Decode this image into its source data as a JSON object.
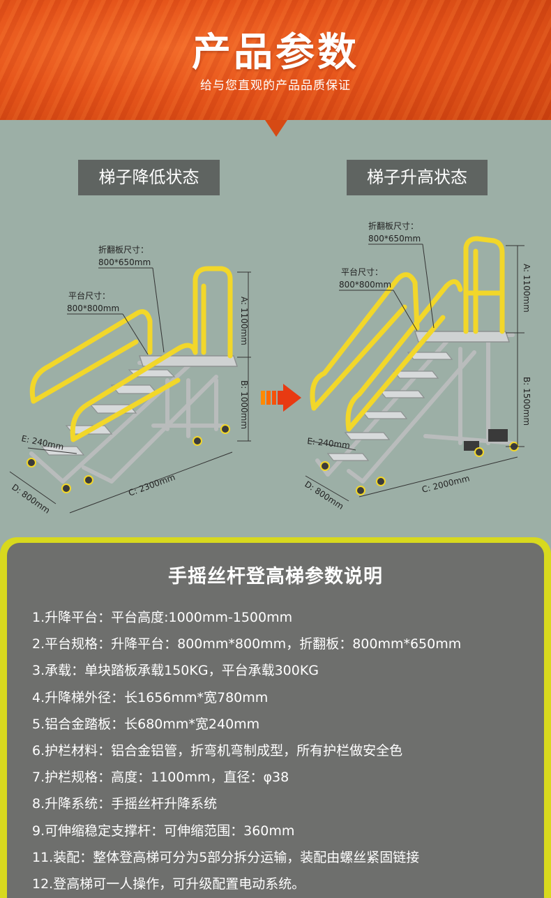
{
  "header": {
    "title": "产品参数",
    "subtitle": "给与您直观的产品品质保证"
  },
  "states": {
    "low": "梯子降低状态",
    "high": "梯子升高状态"
  },
  "diagram_low": {
    "fold_board_label": "折翻板尺寸：",
    "fold_board_size": "800*650mm",
    "platform_label": "平台尺寸：",
    "platform_size": "800*800mm",
    "dim_a": "A: 1100mm",
    "dim_b": "B: 1000mm",
    "dim_c": "C: 2300mm",
    "dim_d": "D: 800mm",
    "dim_e": "E: 240mm"
  },
  "diagram_high": {
    "fold_board_label": "折翻板尺寸：",
    "fold_board_size": "800*650mm",
    "platform_label": "平台尺寸：",
    "platform_size": "800*800mm",
    "dim_a": "A: 1100mm",
    "dim_b": "B: 1500mm",
    "dim_c": "C: 2000mm",
    "dim_d": "D: 800mm",
    "dim_e": "E: 240mm"
  },
  "specs": {
    "title": "手摇丝杆登高梯参数说明",
    "items": [
      "1.升降平台：平台高度:1000mm-1500mm",
      "2.平台规格：升降平台：800mm*800mm，折翻板：800mm*650mm",
      "3.承载：单块踏板承载150KG，平台承载300KG",
      "4.升降梯外径：长1656mm*宽780mm",
      "5.铝合金踏板：长680mm*宽240mm",
      "6.护栏材料：铝合金铝管，折弯机弯制成型，所有护栏做安全色",
      "7.护栏规格：高度：1100mm，直径：φ38",
      "8.升降系统：手摇丝杆升降系统",
      "9.可伸缩稳定支撑杆：可伸缩范围：360mm",
      "11.装配：整体登高梯可分为5部分拆分运输，装配由螺丝紧固链接",
      "12.登高梯可一人操作，可升级配置电动系统。"
    ]
  },
  "colors": {
    "header_orange": "#e4521a",
    "label_gray": "#5f6461",
    "panel_yellow": "#d8d91e",
    "panel_gray": "#6e6f6d",
    "rail_yellow": "#f2d72a",
    "arrow_red": "#e83a12"
  }
}
